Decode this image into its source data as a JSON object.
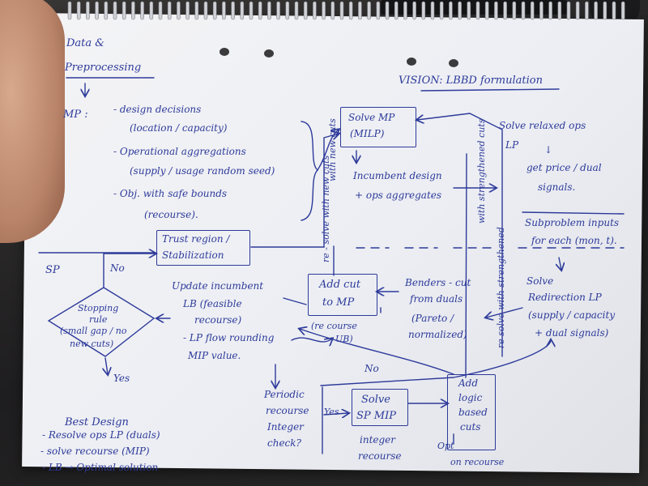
{
  "preprocessing": {
    "line1": "Data &",
    "line2": "Preprocessing"
  },
  "title": "VISION: LBBD formulation",
  "mp": {
    "label": "MP :",
    "bullets": [
      "- design decisions",
      "(location / capacity)",
      "- Operational aggregations",
      "(supply / usage random seed)",
      "- Obj. with safe bounds",
      "(recourse)."
    ]
  },
  "solve_mp": {
    "line1": "Solve MP",
    "line2": "(MILP)"
  },
  "incumbent": {
    "line1": "Incumbent design",
    "line2": "+ ops aggregates"
  },
  "relaxed": {
    "line1": "Solve relaxed ops",
    "line2": "LP",
    "arrow": "↓",
    "line3": "get price / dual",
    "line4": "signals."
  },
  "subproblem_inputs": {
    "line1": "Subproblem inputs",
    "line2": "for each (mon, t)."
  },
  "solve_redirection": {
    "line1": "Solve",
    "line2": "Redirection LP",
    "line3": "(supply / capacity",
    "line4": "+ dual signals)"
  },
  "benders": {
    "line1": "Benders - cut",
    "line2": "from duals",
    "line3": "(Pareto /",
    "line4": "normalized)"
  },
  "add_cut": {
    "line1": "Add cut",
    "line2": "to MP",
    "note1": "(re course",
    "note2": "UB)"
  },
  "trust_region": {
    "line1": "Trust region /",
    "line2": "Stabilization"
  },
  "sp_label": "SP",
  "no_label_left": "No",
  "stopping": {
    "line1": "Stopping",
    "line2": "rule",
    "line3": "(small gap / no",
    "line4": "new cuts)"
  },
  "update_incumbent": {
    "line1": "Update incumbent",
    "line2": "LB (feasible",
    "line3": "recourse)",
    "line4": "- LP flow rounding",
    "line5": "MIP value."
  },
  "vertical_left": "re - solve with new cuts",
  "vertical_right": "re solve with strengthened",
  "vertical_top_right": "with strengthened cuts",
  "vertical_top_left": "with new cuts",
  "no_label_mid": "No",
  "periodic": {
    "line1": "Periodic",
    "line2": "recourse",
    "line3": "Integer",
    "line4": "check?"
  },
  "yes_small": "Yes",
  "solve_sp_mip": {
    "line1": "Solve",
    "line2": "SP MIP"
  },
  "integer_recourse": {
    "line1": "integer",
    "line2": "recourse"
  },
  "add_logic_cuts": {
    "line1": "Add",
    "line2": "logic",
    "line3": "based",
    "line4": "cuts"
  },
  "opt_recourse": {
    "line1": "Opt",
    "line2": "on recourse"
  },
  "yes_label": "Yes",
  "best_design": {
    "title": "Best Design",
    "items": [
      "- Resolve ops LP (duals)",
      "- solve recourse (MIP)",
      "- LB → Optimal solution"
    ]
  },
  "colors": {
    "ink": "#2d3a9a",
    "paper": "#f1f2f5"
  }
}
